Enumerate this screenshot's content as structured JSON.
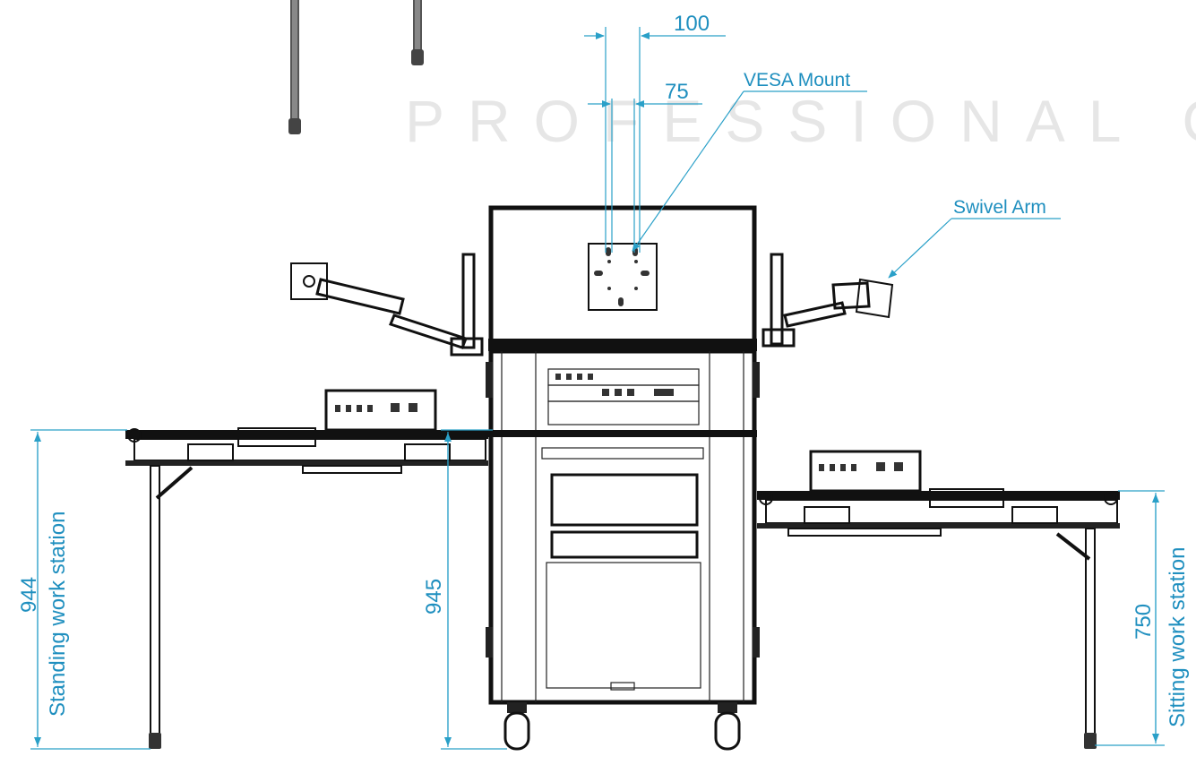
{
  "watermark": "PROFESSIONAL CASE",
  "dimensions": {
    "vesa_outer": "100",
    "vesa_inner": "75",
    "standing_height": "944",
    "center_height": "945",
    "sitting_height": "750"
  },
  "labels": {
    "vesa_mount": "VESA Mount",
    "swivel_arm": "Swivel Arm",
    "standing_station": "Standing work station",
    "sitting_station": "Sitting work station"
  },
  "colors": {
    "dimension": "#2aa0c8",
    "outline": "#111111",
    "watermark": "#e6e6e6"
  }
}
